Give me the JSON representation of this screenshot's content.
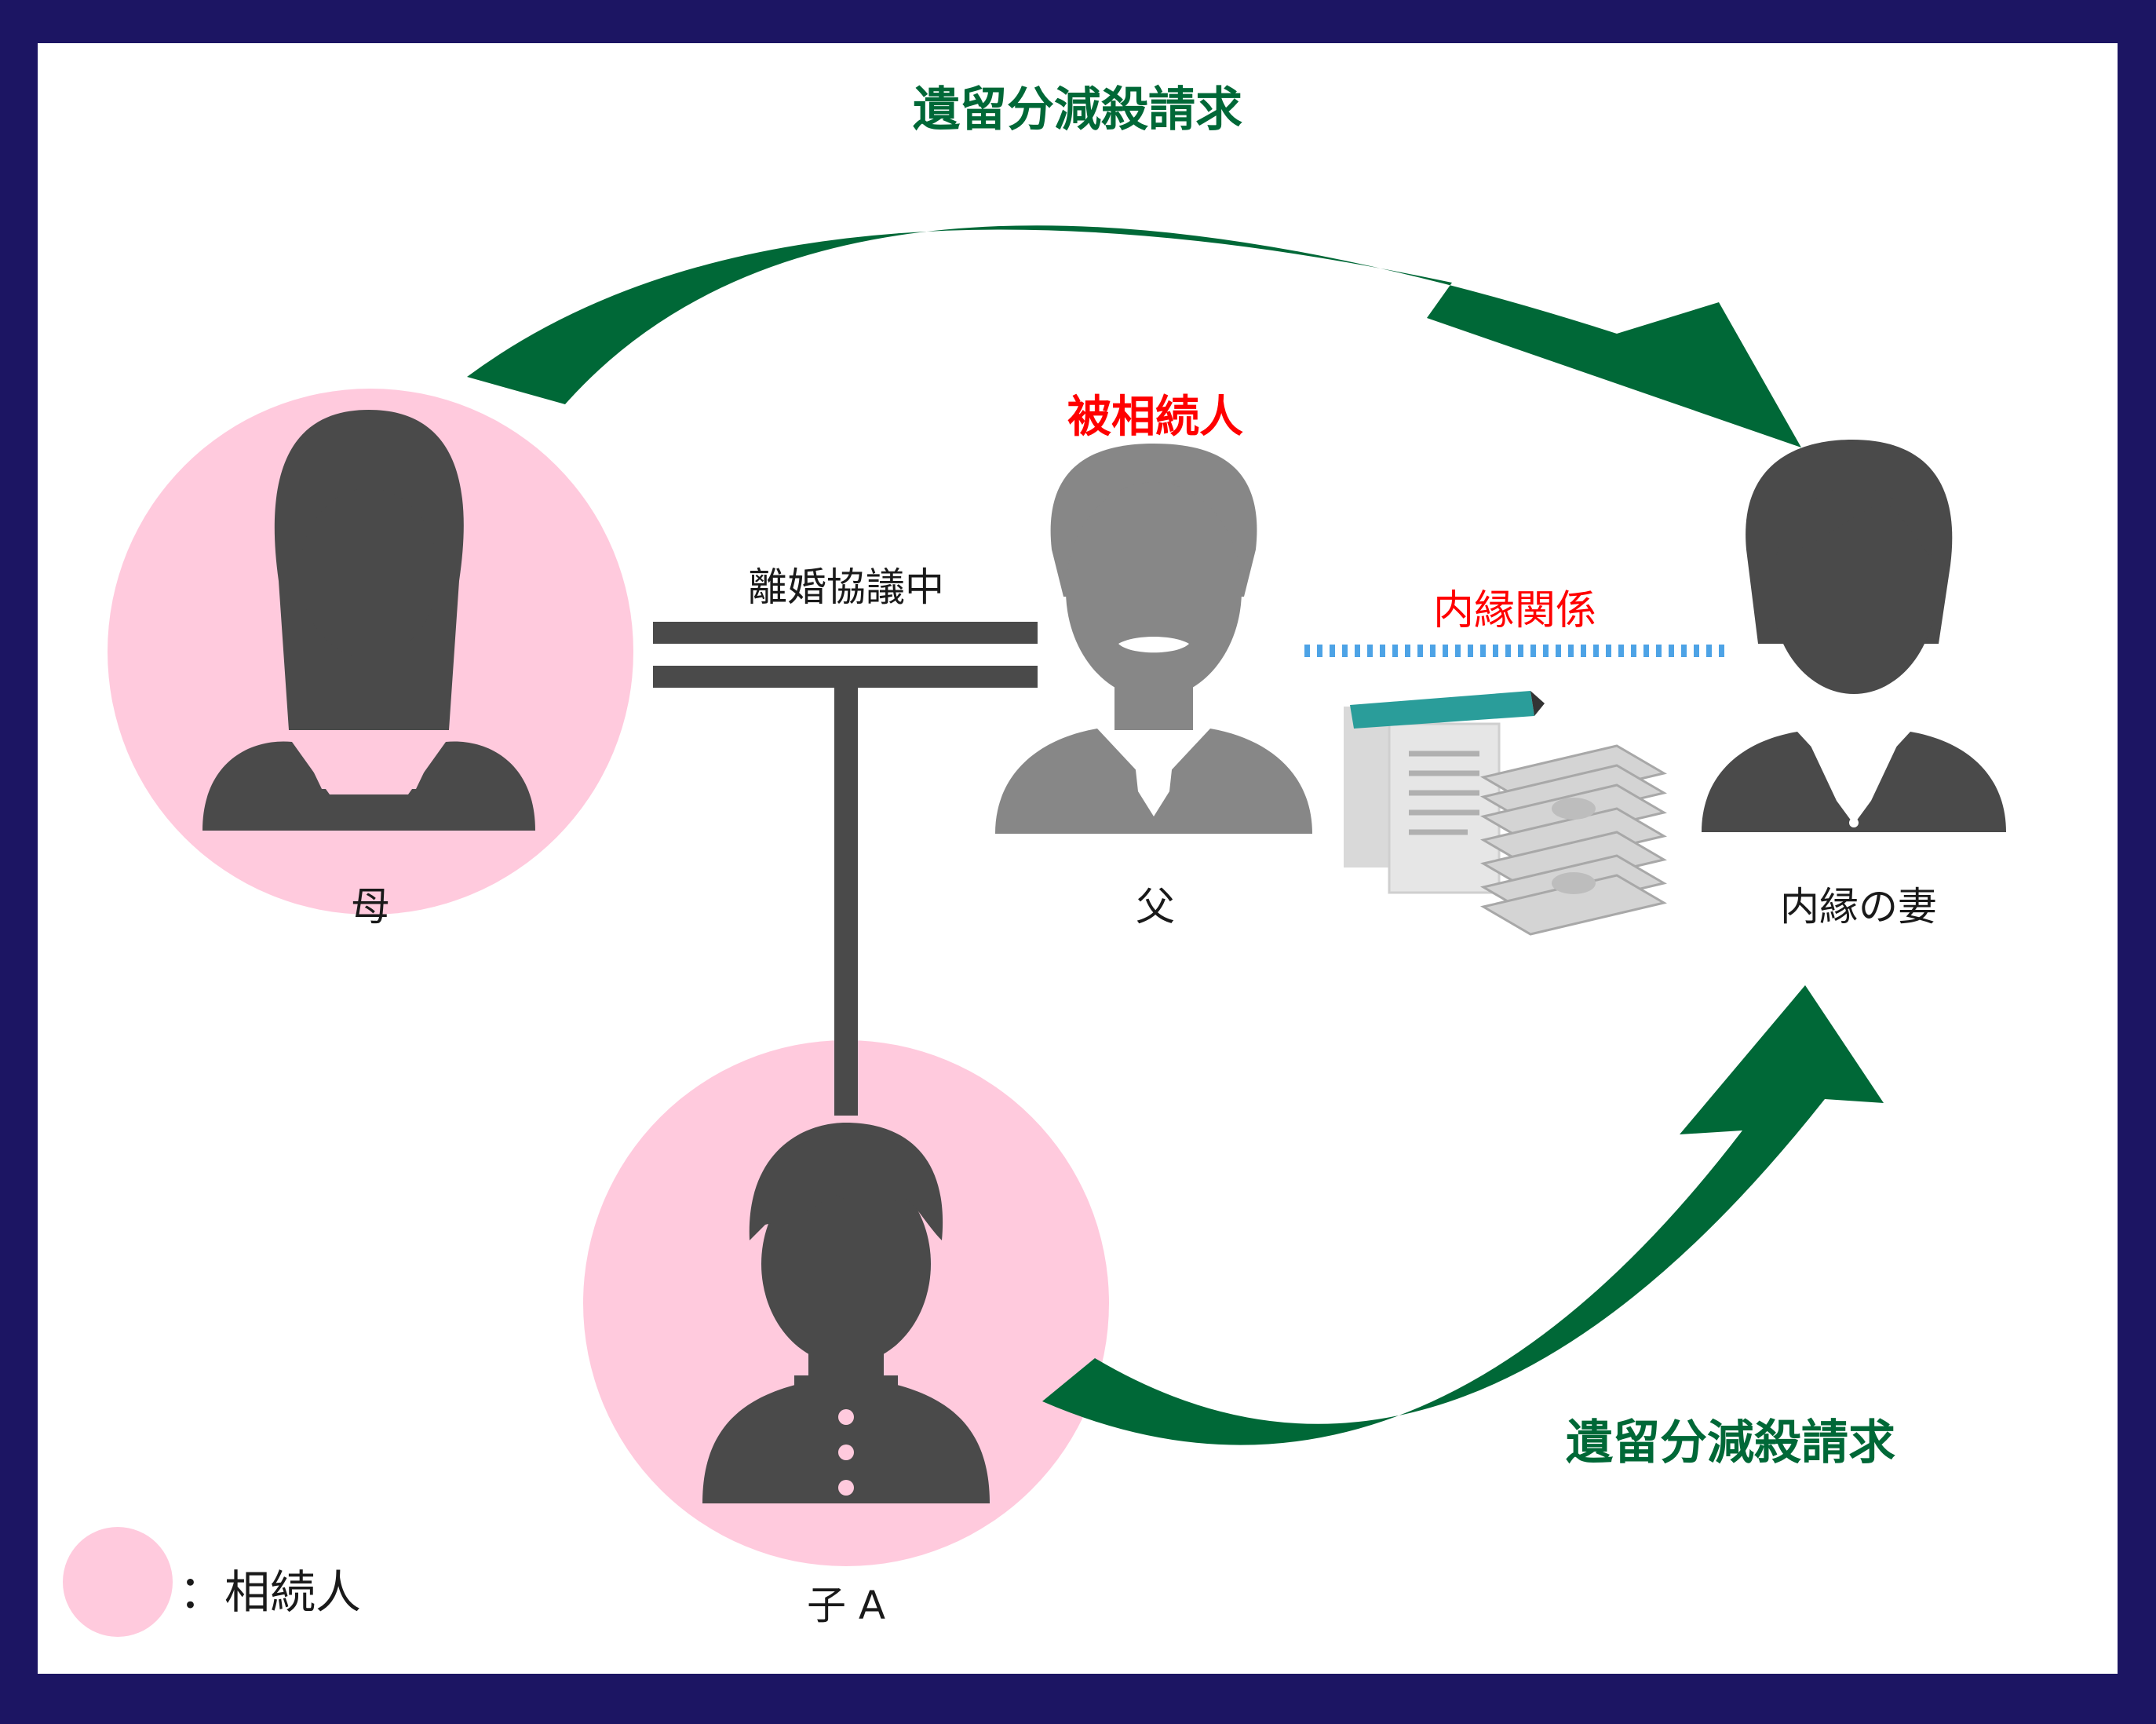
{
  "colors": {
    "frame": "#1c1563",
    "background": "#ffffff",
    "arrow_green": "#006837",
    "heir_pink": "#ffcadd",
    "person_dark": "#4a4a4a",
    "father_gray": "#878787",
    "accent_red": "#ff0000",
    "dotted_blue": "#4da3e6",
    "text_dark": "#1a1a1a"
  },
  "arrows": {
    "top_label": "遺留分減殺請求",
    "bottom_label": "遺留分減殺請求"
  },
  "people": {
    "mother": {
      "label": "母",
      "icon": "woman-silhouette-icon",
      "heir": true
    },
    "father": {
      "label": "父",
      "tag": "被相続人",
      "icon": "man-with-mustache-icon",
      "heir": false
    },
    "partner": {
      "label": "内縁の妻",
      "icon": "woman-in-suit-icon",
      "heir": false
    },
    "child": {
      "label": "子 A",
      "icon": "boy-in-school-uniform-icon",
      "heir": true
    }
  },
  "relations": {
    "divorce_label": "離婚協議中",
    "common_law_label": "内縁関係",
    "assets_icon": "documents-and-money-icon"
  },
  "legend": {
    "label": "：相続人",
    "icon": "pink-circle-icon"
  }
}
